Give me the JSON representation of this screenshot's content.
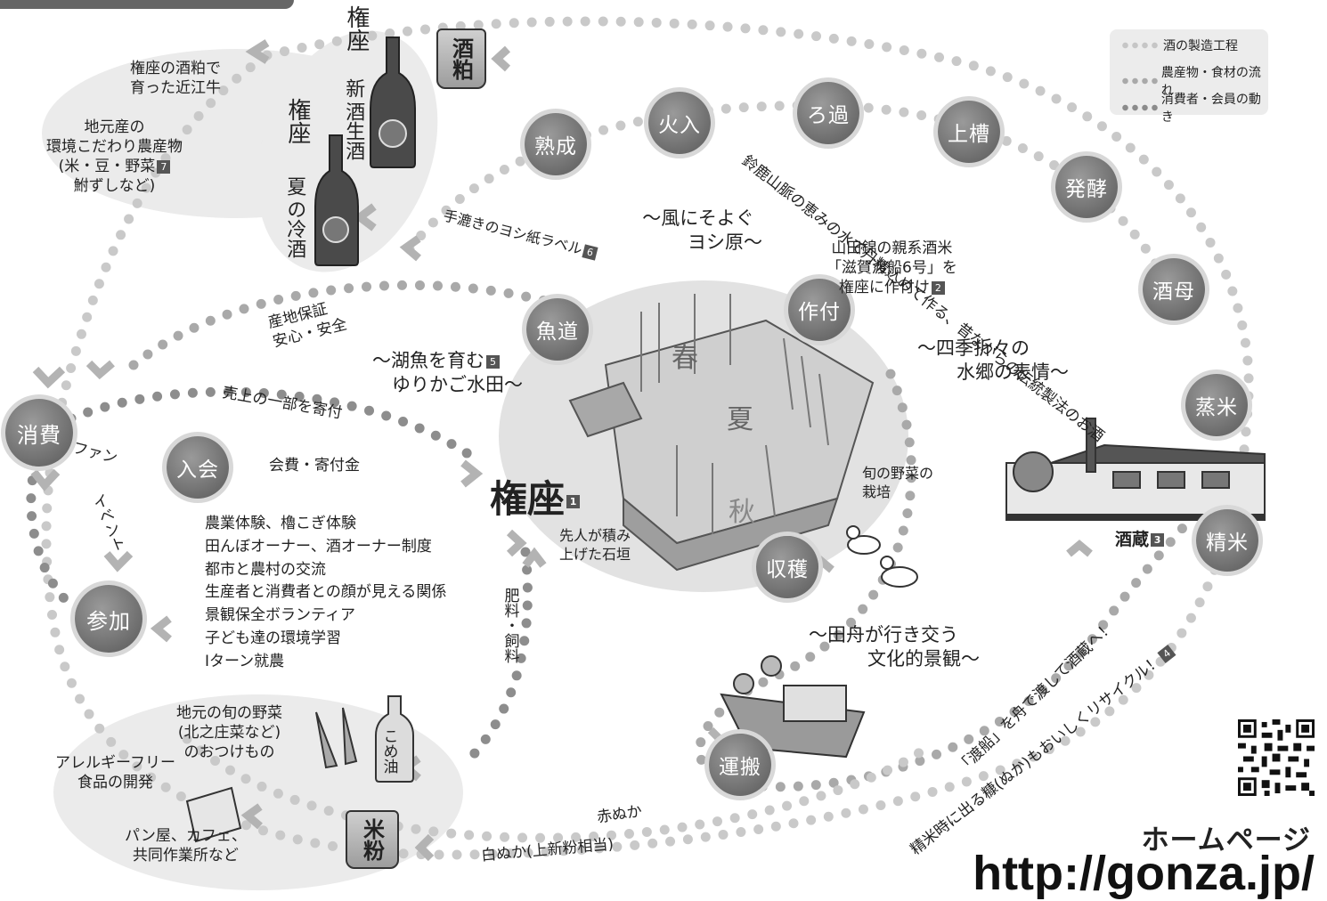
{
  "legend": {
    "items": [
      {
        "label": "酒の製造工程",
        "color": "#c6c6c6"
      },
      {
        "label": "農産物・食材の流れ",
        "color": "#a9a9a9"
      },
      {
        "label": "消費者・会員の動き",
        "color": "#8b8b8b"
      }
    ]
  },
  "nodes": {
    "jukusei": "熟成",
    "hiire": "火入",
    "roka": "ろ過",
    "joso": "上槽",
    "hakko": "発酵",
    "shubo": "酒母",
    "joumai": "蒸米",
    "seimai": "精米",
    "sakutsuke": "作付",
    "uomichi": "魚道",
    "shukaku": "収穫",
    "unpan": "運搬",
    "shohi": "消費",
    "nyukai": "入会",
    "sanka": "参加"
  },
  "bags": {
    "sakekasu": "酒粕",
    "komeko": "米粉"
  },
  "bottles": {
    "koji_oil": "こめ油"
  },
  "seasons": {
    "spring": "春",
    "summer": "夏",
    "autumn": "秋"
  },
  "center": {
    "title": "権座",
    "badge": "1",
    "ishigaki_1": "先人が積み",
    "ishigaki_2": "上げた石垣",
    "yoshi_1": "〜風にそよぐ",
    "yoshi_2": "ヨシ原〜",
    "shiki_1": "〜四季折々の",
    "shiki_2": "水郷の表情〜",
    "tabune_1": "〜田舟が行き交う",
    "tabune_2": "文化的景観〜",
    "shun_1": "旬の野菜の",
    "shun_2": "栽培"
  },
  "labels": {
    "label_paper": "手漉きのヨシ紙ラベル",
    "label_paper_badge": "6",
    "suzuka": "鈴鹿山脈の恵みの水で丹精込めて作る、昔ながらの伝統製法のお酒",
    "yamada_1": "山田錦の親系酒米",
    "yamada_2": "「滋賀渡船6号」を",
    "yamada_3": "権座に作付け",
    "yamada_badge": "2",
    "sakagura": "酒蔵",
    "sakagura_badge": "3",
    "watari_1": "「渡船」を舟で渡して酒蔵へ！",
    "watari_2": "精米時に出る糠(ぬか)もおいしくリサイクル！",
    "watari_badge": "4",
    "akanuka": "赤ぬか",
    "shiranuka": "白ぬか(上新粉相当)",
    "hiryo": "肥料・飼料",
    "kosui_1": "〜湖魚を育む",
    "kosui_2": "ゆりかご水田〜",
    "kosui_badge": "5",
    "santi_1": "産地保証",
    "santi_2": "安心・安全",
    "uriage": "売上の一部を寄付",
    "fan": "ファン",
    "kaihi": "会費・寄付金",
    "event": "イベント"
  },
  "activities": [
    "農業体験、櫓こぎ体験",
    "田んぼオーナー、酒オーナー制度",
    "都市と農村の交流",
    "生産者と消費者との顔が見える関係",
    "景観保全ボランティア",
    "子ども達の環境学習",
    "Iターン就農"
  ],
  "top_left": {
    "beef_1": "権座の酒粕で",
    "beef_2": "育った近江牛",
    "local_1": "地元産の",
    "local_2": "環境こだわり農産物",
    "local_3": "(米・豆・野菜",
    "local_4": "鮒ずしなど)",
    "local_badge": "7"
  },
  "sake": {
    "brand": "権座",
    "new_1": "新",
    "new_2": "酒生酒",
    "summer_1": "夏",
    "summer_2": "の冷酒"
  },
  "bottom_left": {
    "veg_1": "地元の旬の野菜",
    "veg_2": "(北之庄菜など)",
    "veg_3": "のおつけもの",
    "allergy_1": "アレルギーフリー",
    "allergy_2": "食品の開発",
    "bakery_1": "パン屋、カフェ、",
    "bakery_2": "共同作業所など"
  },
  "homepage": {
    "label": "ホームページ",
    "url": "http://gonza.jp/"
  }
}
